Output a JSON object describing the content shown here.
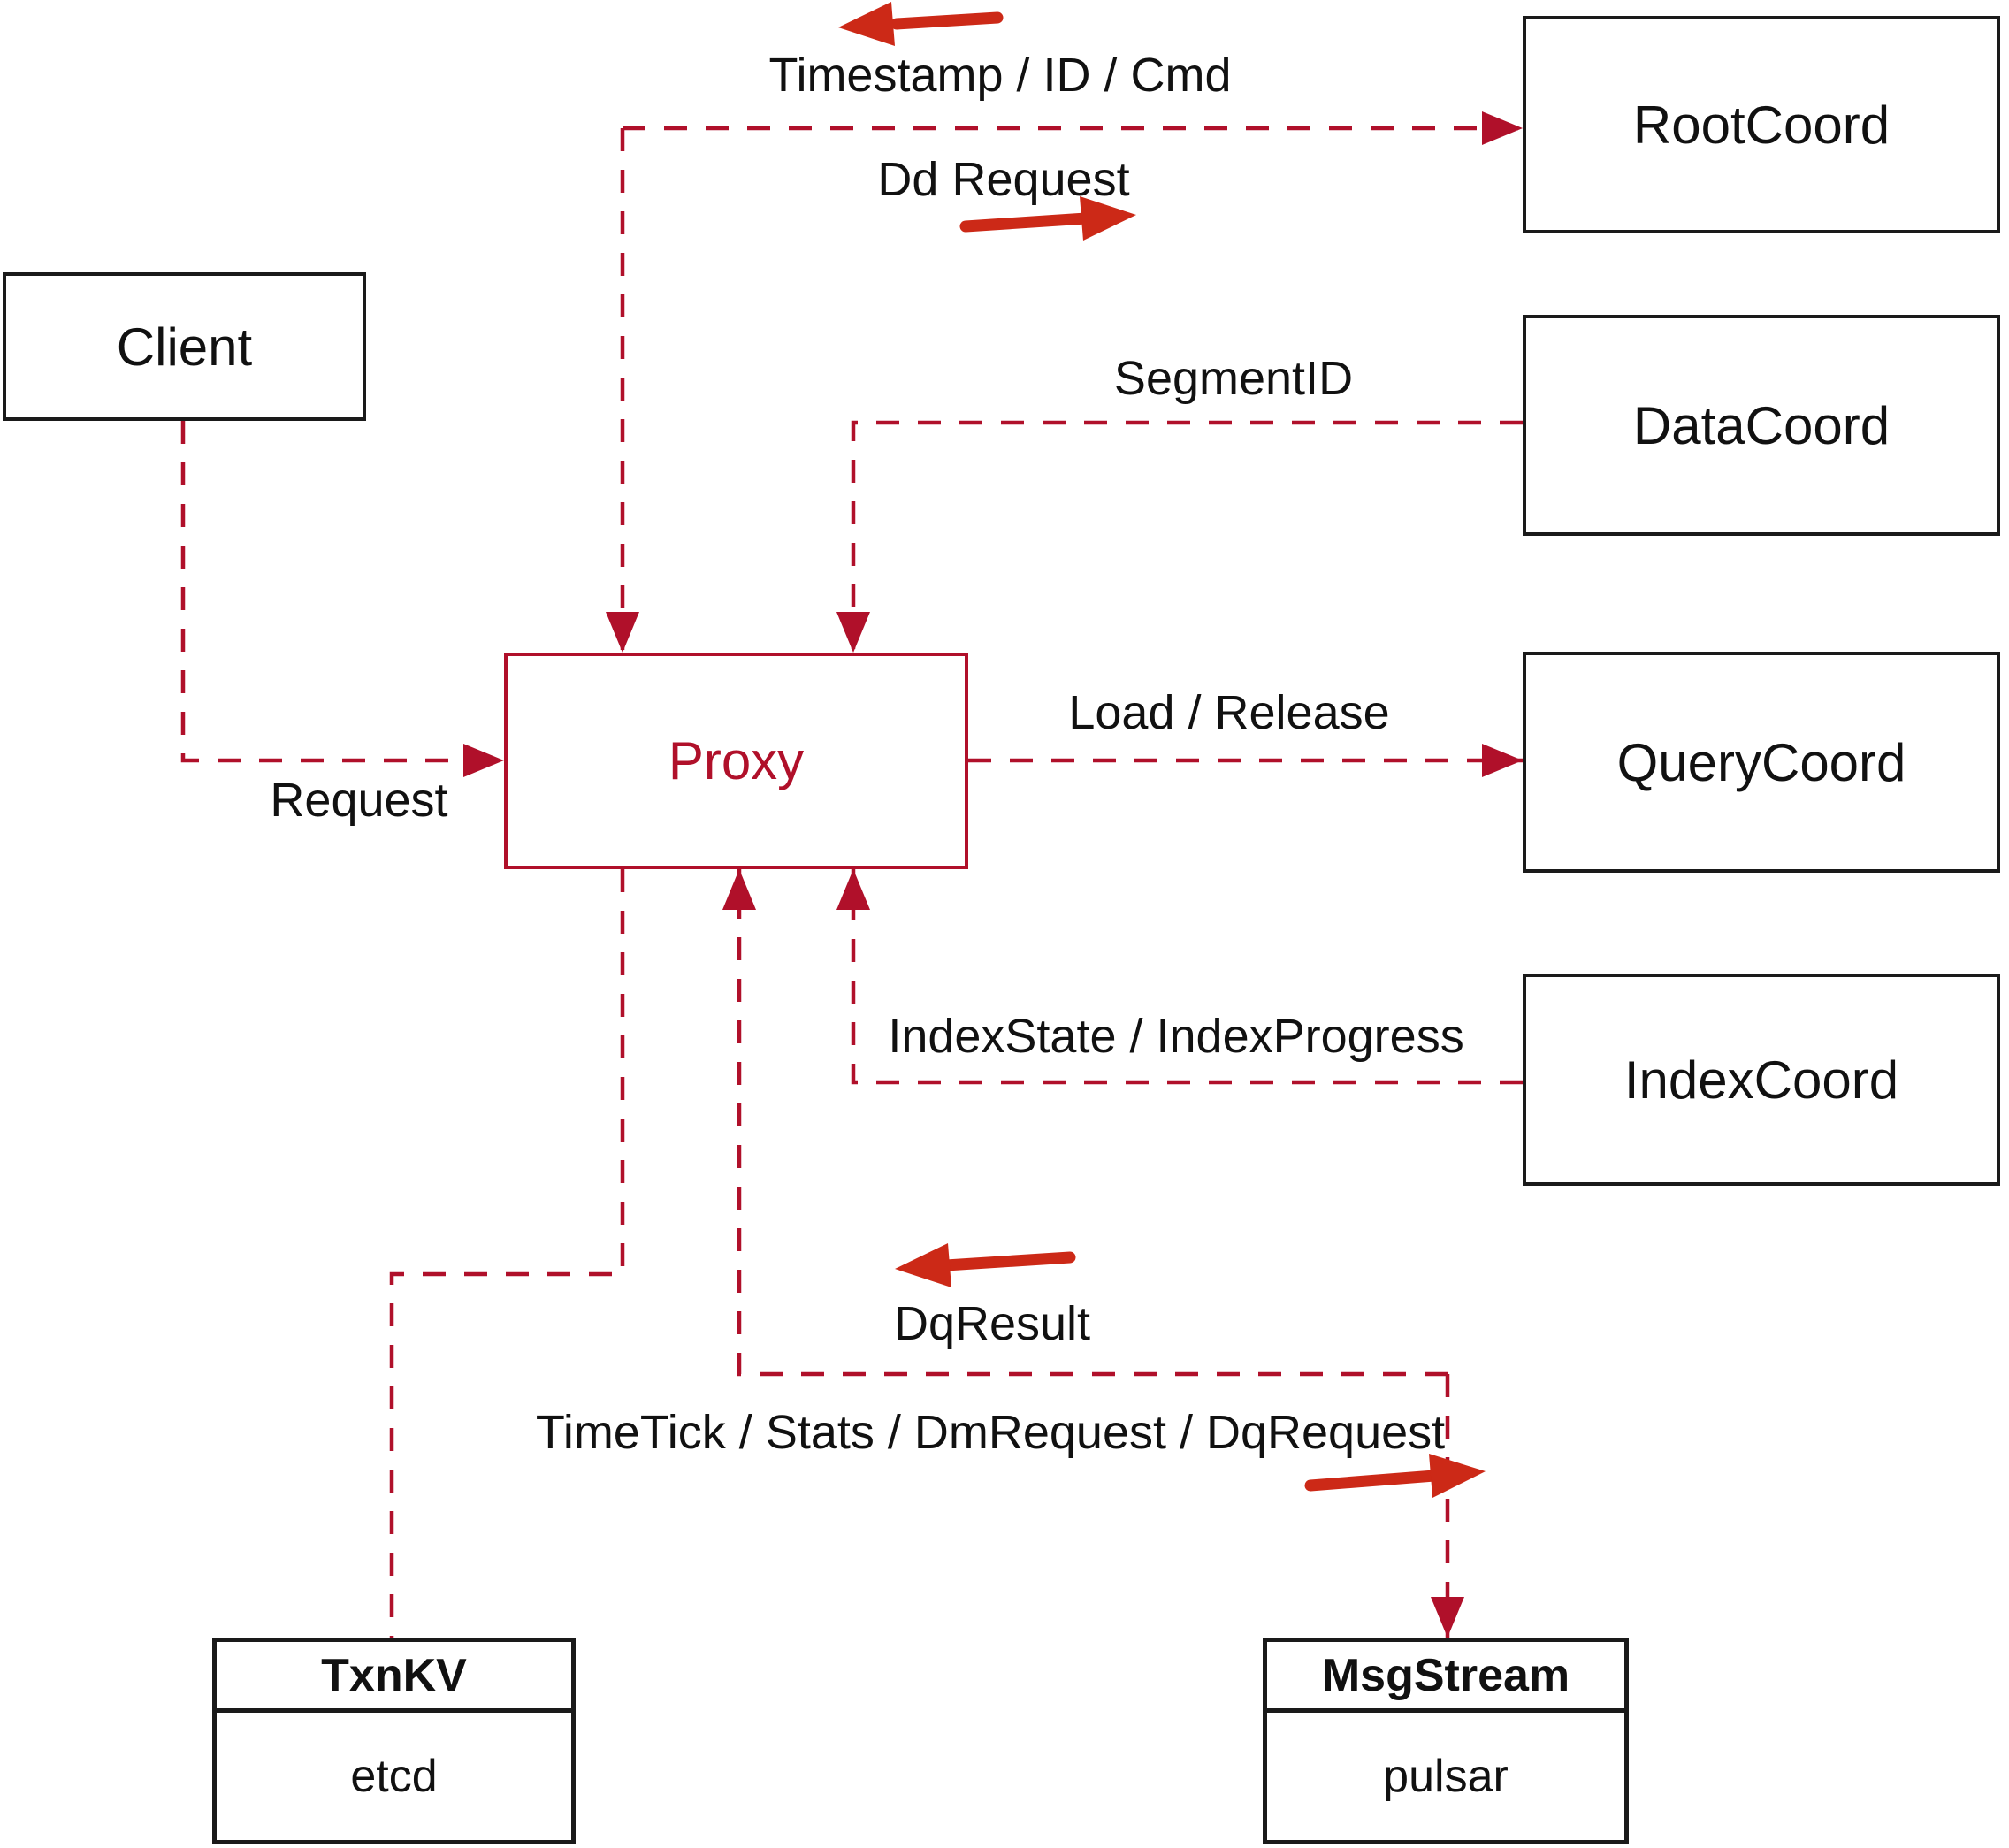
{
  "colors": {
    "bg": "#ffffff",
    "line_red": "#b0102a",
    "arrow_red": "#cc2917",
    "box_border": "#1a1a1a",
    "text_color": "#111111"
  },
  "nodes": {
    "client": {
      "label": "Client"
    },
    "root_coord": {
      "label": "RootCoord"
    },
    "data_coord": {
      "label": "DataCoord"
    },
    "query_coord": {
      "label": "QueryCoord"
    },
    "index_coord": {
      "label": "IndexCoord"
    },
    "proxy": {
      "label": "Proxy"
    },
    "txn_kv": {
      "title": "TxnKV",
      "impl": "etcd"
    },
    "msg_stream": {
      "title": "MsgStream",
      "impl": "pulsar"
    }
  },
  "edges": {
    "labels": {
      "timestamp_id_cmd": "Timestamp / ID / Cmd",
      "dd_request": "Dd Request",
      "segment_id": "SegmentID",
      "request": "Request",
      "load_release": "Load / Release",
      "index_state": "IndexState / IndexProgress",
      "dq_result": "DqResult",
      "time_tick": "TimeTick / Stats / DmRequest / DqRequest"
    }
  }
}
